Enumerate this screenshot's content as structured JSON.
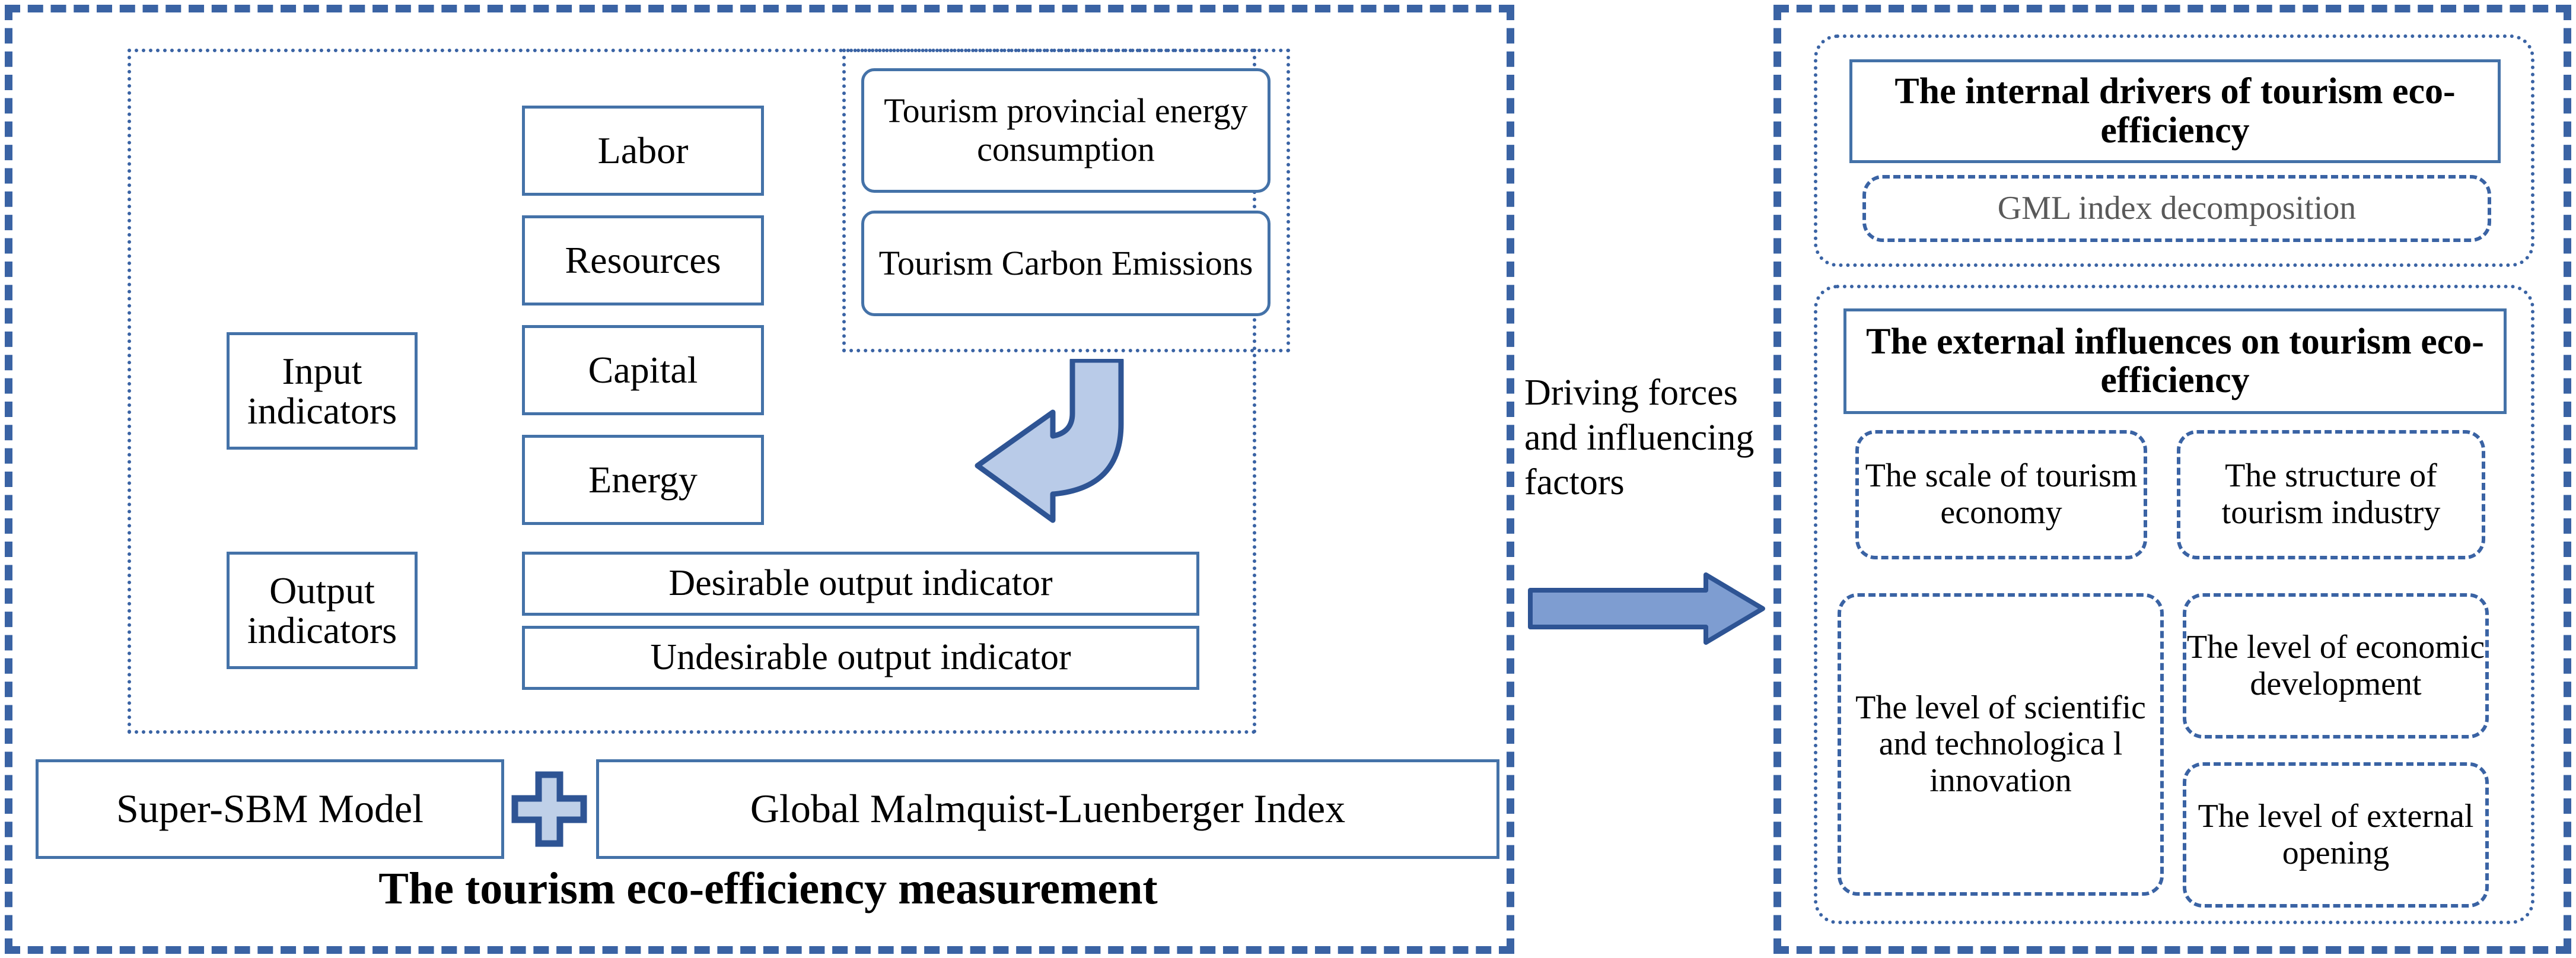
{
  "colors": {
    "border_blue": "#4472a8",
    "dash_blue": "#3a63a4",
    "arrow_fill_light": "#b9cbe8",
    "arrow_fill_medium": "#7e9dd1",
    "arrow_outline": "#2e5494",
    "gray_text": "#595959"
  },
  "left_panel": {
    "input_group_label": "Input\nindicators",
    "input_items": [
      {
        "label": "Labor"
      },
      {
        "label": "Resources"
      },
      {
        "label": "Capital"
      },
      {
        "label": "Energy"
      }
    ],
    "output_group_label": "Output\nindicators",
    "output_items": [
      {
        "label": "Desirable output indicator"
      },
      {
        "label": "Undesirable output indicator"
      }
    ],
    "emission_group": [
      {
        "label": "Tourism provincial energy consumption"
      },
      {
        "label": "Tourism Carbon Emissions"
      }
    ],
    "method_left": "Super-SBM  Model",
    "method_operator": "plus-icon",
    "method_right": "Global Malmquist-Luenberger  Index",
    "panel_title": "The tourism eco-efficiency measurement",
    "curved_arrow": "curved-left-arrow"
  },
  "connector": {
    "label": "Driving forces and influencing factors",
    "arrow": "right-arrow-icon"
  },
  "right_panel": {
    "internal": {
      "title": "The internal drivers of tourism eco-efficiency",
      "items": [
        {
          "label": "GML index decomposition"
        }
      ]
    },
    "external": {
      "title": "The external influences on tourism eco-efficiency",
      "items": [
        {
          "label": "The scale of tourism economy"
        },
        {
          "label": "The structure of tourism industry"
        },
        {
          "label": "The level of scientific and technologica l innovation"
        },
        {
          "label": "The level of economic development"
        },
        {
          "label": "The level of external opening"
        }
      ]
    }
  }
}
